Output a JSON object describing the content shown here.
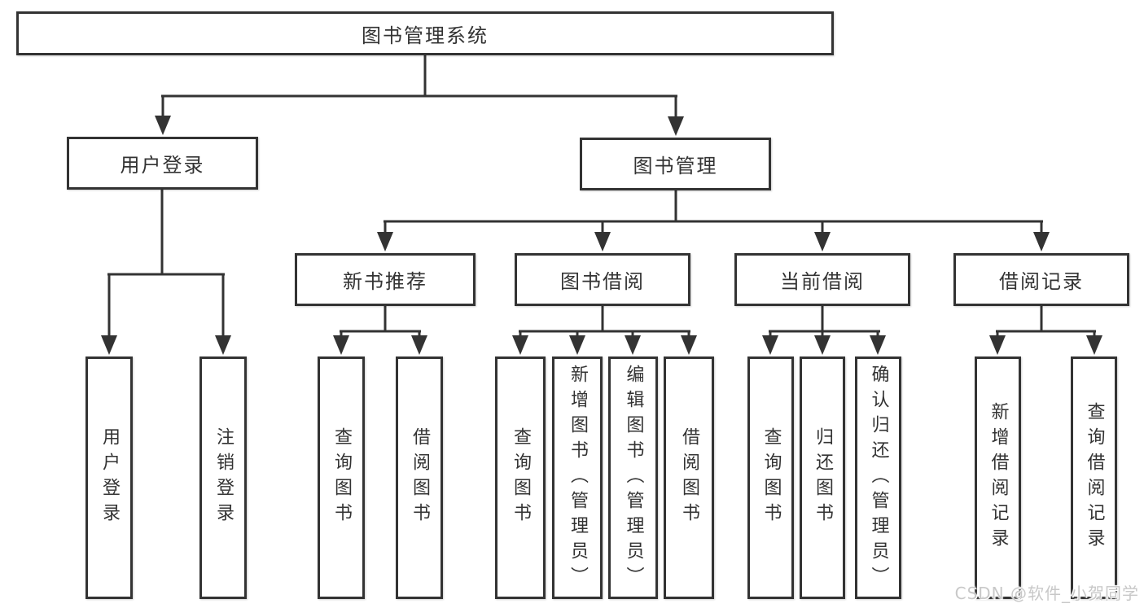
{
  "tree": {
    "root": {
      "label": "图书管理系统"
    },
    "branches": [
      {
        "label": "用户登录",
        "leaves": [
          {
            "label": "用户登录"
          },
          {
            "label": "注销登录"
          }
        ]
      },
      {
        "label": "图书管理",
        "groups": [
          {
            "label": "新书推荐",
            "leaves": [
              {
                "label": "查询图书"
              },
              {
                "label": "借阅图书"
              }
            ]
          },
          {
            "label": "图书借阅",
            "leaves": [
              {
                "label": "查询图书"
              },
              {
                "label": "新增图书（管理员）"
              },
              {
                "label": "编辑图书（管理员）"
              },
              {
                "label": "借阅图书"
              }
            ]
          },
          {
            "label": "当前借阅",
            "leaves": [
              {
                "label": "查询图书"
              },
              {
                "label": "归还图书"
              },
              {
                "label": "确认归还（管理员）"
              }
            ]
          },
          {
            "label": "借阅记录",
            "leaves": [
              {
                "label": "新增借阅记录"
              },
              {
                "label": "查询借阅记录"
              }
            ]
          }
        ]
      }
    ]
  },
  "watermark": {
    "text": "CSDN @软件_小贺同学"
  },
  "colors": {
    "line_color": "#333333",
    "box_bg": "#ffffff",
    "text_color": "#333333",
    "watermark_color": "#c8c8c8",
    "page_bg": "#ffffff"
  }
}
